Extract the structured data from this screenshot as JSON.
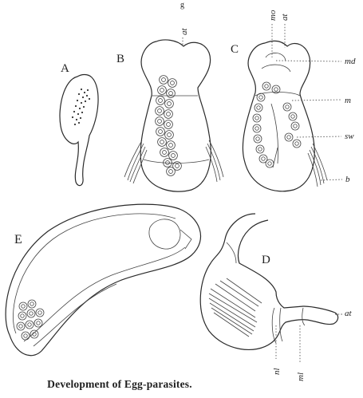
{
  "caption": "Development of Egg-parasites.",
  "figure_letters": {
    "a": "A",
    "b": "B",
    "c": "C",
    "d": "D",
    "e": "E"
  },
  "labels": {
    "at_b": "at",
    "mo": "mo",
    "at_c": "at",
    "md": "md",
    "m": "m",
    "sw": "sw",
    "b": "b",
    "at_d": "at",
    "nl": "nl",
    "ml": "ml"
  },
  "top_fragment": "g"
}
